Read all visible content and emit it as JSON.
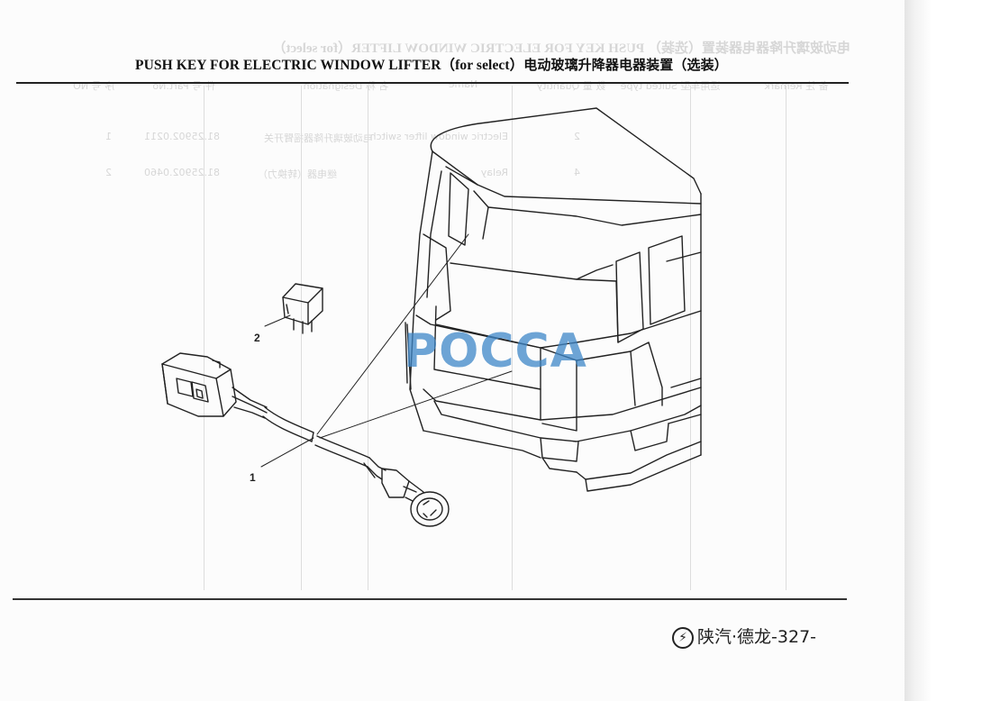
{
  "header": {
    "title_en": "PUSH KEY FOR ELECTRIC WINDOW LIFTER",
    "title_paren": "（for select）",
    "title_cn": "电动玻璃升降器电器装置（选装）"
  },
  "bleed_through": {
    "title": "电动玻璃升降器电器装置（选装） PUSH KEY FOR ELECTRIC WINDOW LIFTER（for select）",
    "headers": {
      "no": "序 号 NO",
      "part_no": "件 号 Part.No",
      "designation": "名 称 Designation",
      "name": "Name",
      "quantity": "数 量 Quantity",
      "suited_type": "适用车型 Suited type",
      "remark": "备 注 Remark"
    },
    "rows": [
      {
        "no": "1",
        "part_no": "81.25902.0211",
        "designation": "电动玻璃升降器摇臂开关",
        "name": "Electric window lifter switch",
        "quantity": "2"
      },
      {
        "no": "2",
        "part_no": "81.25902.0460",
        "designation": "继电器（转换力）",
        "name": "Relay",
        "quantity": "4"
      }
    ]
  },
  "callouts": {
    "item1": "1",
    "item2": "2"
  },
  "watermark": {
    "text": "POCCA"
  },
  "footer": {
    "logo_glyph": "⚡",
    "brand": "陕汽·德龙",
    "page": "-327-"
  },
  "colors": {
    "ink": "#222222",
    "watermark_blue": "#3e87c8",
    "watermark_gray": "#7a7a7a"
  }
}
